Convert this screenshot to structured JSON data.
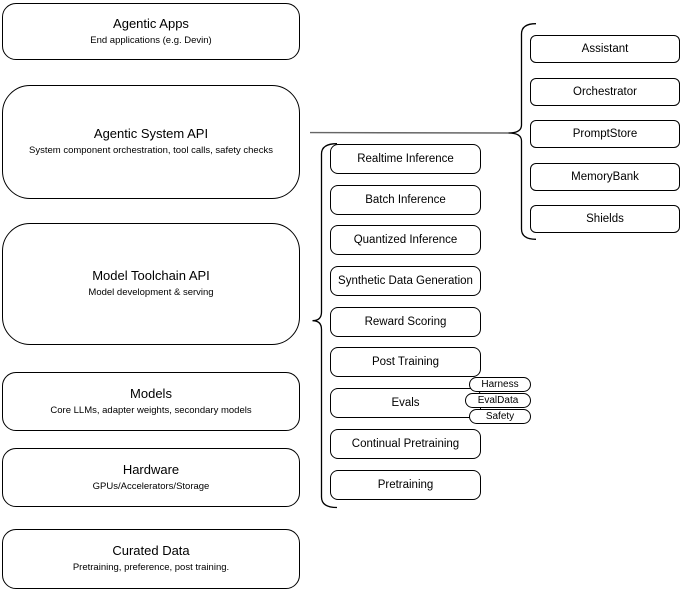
{
  "diagram": {
    "stack": [
      {
        "title": "Agentic Apps",
        "subtitle": "End applications (e.g. Devin)"
      },
      {
        "title": "Agentic System API",
        "subtitle": "System component orchestration, tool calls, safety checks"
      },
      {
        "title": "Model Toolchain API",
        "subtitle": "Model development & serving"
      },
      {
        "title": "Models",
        "subtitle": "Core LLMs, adapter weights, secondary models"
      },
      {
        "title": "Hardware",
        "subtitle": "GPUs/Accelerators/Storage"
      },
      {
        "title": "Curated Data",
        "subtitle": "Pretraining, preference, post training."
      }
    ],
    "toolchain_components": [
      "Realtime Inference",
      "Batch Inference",
      "Quantized Inference",
      "Synthetic Data Generation",
      "Reward Scoring",
      "Post Training",
      "Evals",
      "Continual Pretraining",
      "Pretraining"
    ],
    "eval_tags": [
      "Harness",
      "EvalData",
      "Safety"
    ],
    "system_components": [
      "Assistant",
      "Orchestrator",
      "PromptStore",
      "MemoryBank",
      "Shields"
    ],
    "colors": {
      "stroke": "#000000",
      "fill": "#ffffff",
      "background": "#ffffff",
      "connector": "#666666"
    }
  }
}
